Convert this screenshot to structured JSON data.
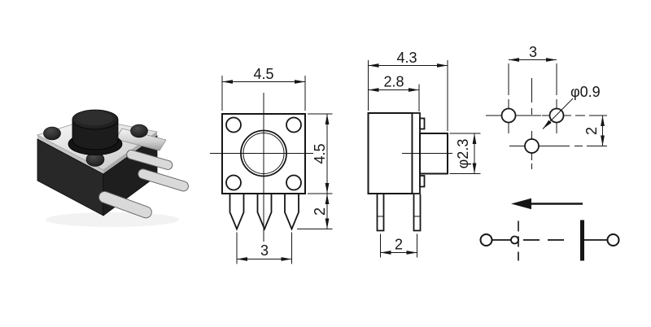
{
  "colors": {
    "line": "#161616",
    "paper": "#ffffff",
    "switch_body": "#282828",
    "switch_body_shade": "#1e1e1e",
    "switch_plate": "#ececec",
    "switch_plate_edge": "#b9b9b9",
    "switch_button": "#1c1c1c",
    "switch_pins": "#d9d9d9"
  },
  "views": {
    "top_view": {
      "width_label": "4.5",
      "height_label": "4.5",
      "pin_length_label": "2",
      "pin_span_label": "3"
    },
    "side_view": {
      "overall_width_label": "4.3",
      "body_width_label": "2.8",
      "button_diameter_label": "φ2.3",
      "pin_pitch_label": "2"
    },
    "pcb_layout": {
      "hole_span_label": "3",
      "hole_diameter_label": "φ0.9",
      "row_offset_label": "2"
    }
  }
}
